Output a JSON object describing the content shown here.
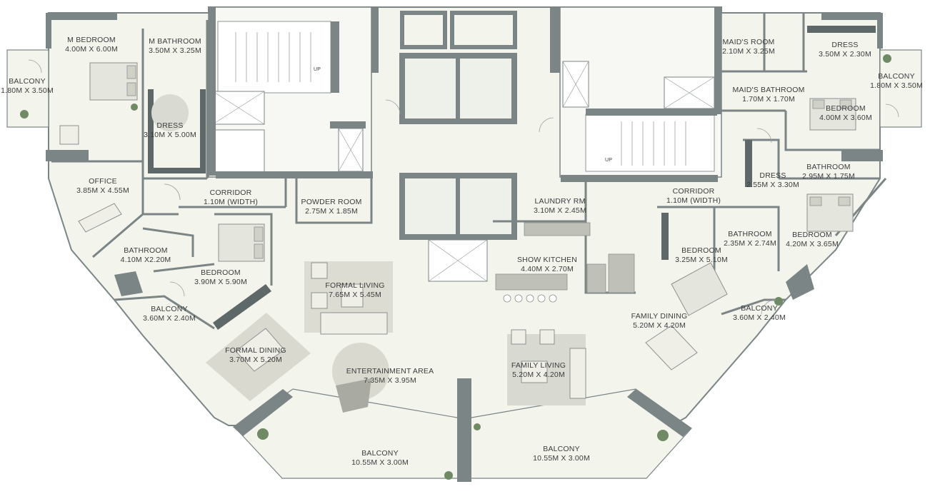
{
  "plan": {
    "colors": {
      "floor": "#f3f4ec",
      "wall": "#7b8585",
      "core_fill": "#eef0ea",
      "furniture": "#d8d9d0",
      "furniture_dark": "#9a9c95",
      "rug": "#dcdcd3",
      "plant": "#6f8a64",
      "text": "#3c3c3c"
    },
    "rooms": [
      {
        "id": "m-bedroom",
        "name": "M BEDROOM",
        "dims": "4.00M X 6.00M"
      },
      {
        "id": "m-bathroom",
        "name": "M BATHROOM",
        "dims": "3.50M X 3.25M"
      },
      {
        "id": "balcony-w",
        "name": "BALCONY",
        "dims": "1.80M X 3.50M"
      },
      {
        "id": "dress-m",
        "name": "DRESS",
        "dims": "3.10M X 5.00M"
      },
      {
        "id": "office",
        "name": "OFFICE",
        "dims": "3.85M X 4.55M"
      },
      {
        "id": "corridor-w",
        "name": "CORRIDOR",
        "dims": "1.10M (WIDTH)"
      },
      {
        "id": "powder-room",
        "name": "POWDER ROOM",
        "dims": "2.75M X 1.85M"
      },
      {
        "id": "bathroom-sw",
        "name": "BATHROOM",
        "dims": "4.10M X2.20M"
      },
      {
        "id": "bedroom-sw",
        "name": "BEDROOM",
        "dims": "3.90M X 5.90M"
      },
      {
        "id": "balcony-sw",
        "name": "BALCONY",
        "dims": "3.60M X 2.40M"
      },
      {
        "id": "formal-living",
        "name": "FORMAL LIVING",
        "dims": "7.65M X 5.45M"
      },
      {
        "id": "formal-dining",
        "name": "FORMAL DINING",
        "dims": "3.70M X 5.20M"
      },
      {
        "id": "entertainment",
        "name": "ENTERTAINMENT AREA",
        "dims": "7.35M X 3.95M"
      },
      {
        "id": "laundry",
        "name": "LAUNDRY RM",
        "dims": "3.10M X 2.45M"
      },
      {
        "id": "show-kitchen",
        "name": "SHOW KITCHEN",
        "dims": "4.40M X 2.70M"
      },
      {
        "id": "family-living",
        "name": "FAMILY LIVING",
        "dims": "5.20M X 4.20M"
      },
      {
        "id": "family-dining",
        "name": "FAMILY DINING",
        "dims": "5.20M X 4.20M"
      },
      {
        "id": "corridor-e",
        "name": "CORRIDOR",
        "dims": "1.10M (WIDTH)"
      },
      {
        "id": "maids-room",
        "name": "MAID'S ROOM",
        "dims": "2.10M X 3.25M"
      },
      {
        "id": "maids-bathroom",
        "name": "MAID'S BATHROOM",
        "dims": "1.70M X 1.70M"
      },
      {
        "id": "dress-ne",
        "name": "DRESS",
        "dims": "3.50M X 2.30M"
      },
      {
        "id": "balcony-e",
        "name": "BALCONY",
        "dims": "1.80M X 3.50M"
      },
      {
        "id": "bedroom-ne",
        "name": "BEDROOM",
        "dims": "4.00M X 3.60M"
      },
      {
        "id": "bathroom-ne",
        "name": "BATHROOM",
        "dims": "2.95M X 1.75M"
      },
      {
        "id": "dress-e",
        "name": "DRESS",
        "dims": "2.55M X 3.30M"
      },
      {
        "id": "bathroom-se",
        "name": "BATHROOM",
        "dims": "2.35M X 2.74M"
      },
      {
        "id": "bedroom-se",
        "name": "BEDROOM",
        "dims": "3.25M X 5.10M"
      },
      {
        "id": "bedroom-e",
        "name": "BEDROOM",
        "dims": "4.20M X 3.65M"
      },
      {
        "id": "balcony-se",
        "name": "BALCONY",
        "dims": "3.60M X 2.40M"
      },
      {
        "id": "balcony-s1",
        "name": "BALCONY",
        "dims": "10.55M X 3.00M"
      },
      {
        "id": "balcony-s2",
        "name": "BALCONY",
        "dims": "10.55M X 3.00M"
      }
    ],
    "marks": [
      "UP",
      "UP"
    ]
  }
}
